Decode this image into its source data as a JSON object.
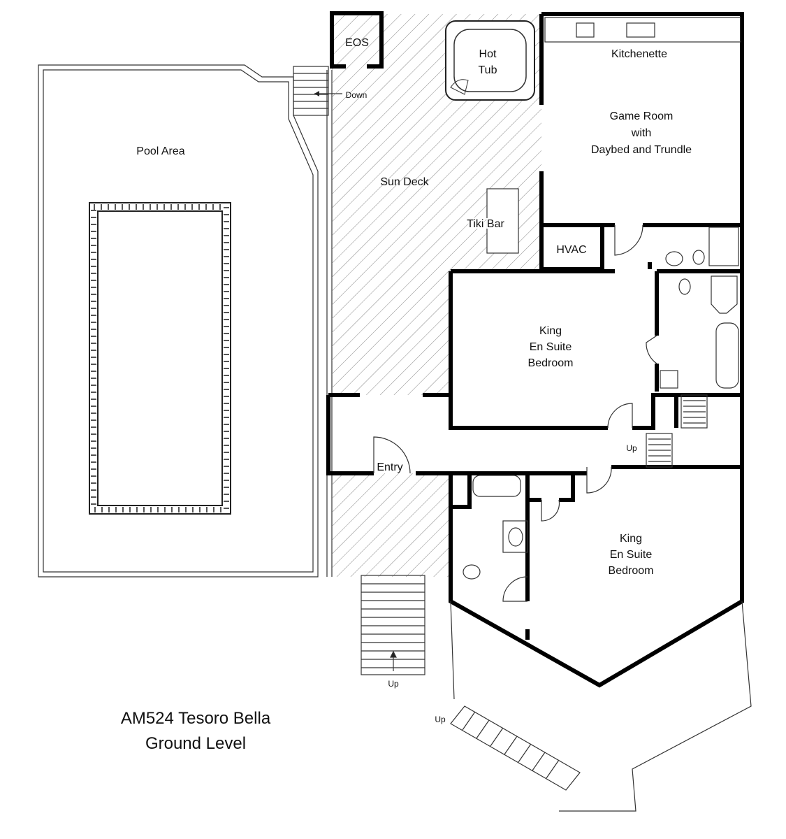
{
  "plan": {
    "title_line1": "AM524 Tesoro Bella",
    "title_line2": "Ground Level",
    "rooms": {
      "eos": "EOS",
      "hot_tub_1": "Hot",
      "hot_tub_2": "Tub",
      "down": "Down",
      "kitchenette": "Kitchenette",
      "game_room_1": "Game Room",
      "game_room_2": "with",
      "game_room_3": "Daybed and Trundle",
      "pool_area": "Pool Area",
      "sun_deck": "Sun Deck",
      "tiki_bar": "Tiki Bar",
      "hvac": "HVAC",
      "bedroom1_1": "King",
      "bedroom1_2": "En Suite",
      "bedroom1_3": "Bedroom",
      "bedroom2_1": "King",
      "bedroom2_2": "En Suite",
      "bedroom2_3": "Bedroom",
      "entry": "Entry",
      "up_interior": "Up",
      "up_front": "Up",
      "up_side": "Up"
    }
  }
}
